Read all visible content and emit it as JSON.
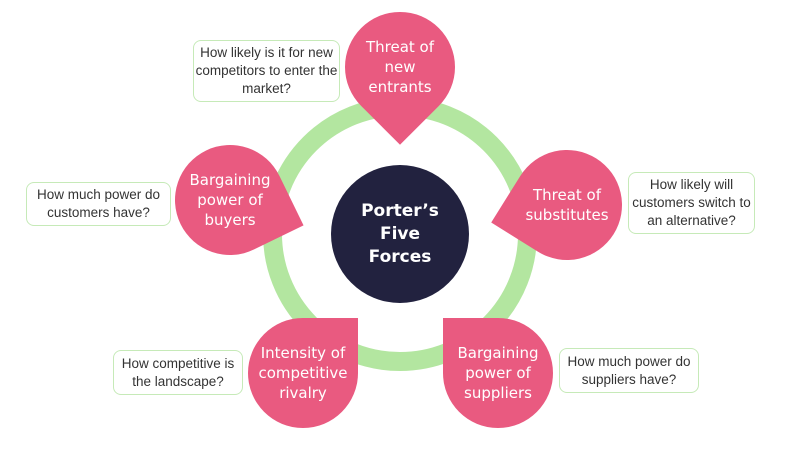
{
  "center": {
    "title": "Porter’s Five Forces"
  },
  "forces": [
    {
      "id": "new-entrants",
      "label": "Threat of new entrants",
      "question": "How likely is it for new competitors to enter the market?"
    },
    {
      "id": "substitutes",
      "label": "Threat of substitutes",
      "question": "How likely will customers switch to an alternative?"
    },
    {
      "id": "suppliers",
      "label": "Bargaining power of suppliers",
      "question": "How much power do suppliers have?"
    },
    {
      "id": "rivalry",
      "label": "Intensity of competitive rivalry",
      "question": "How competitive is the landscape?"
    },
    {
      "id": "buyers",
      "label": "Bargaining power of buyers",
      "question": "How much power do customers have?"
    }
  ],
  "colors": {
    "petal": "#e95a80",
    "core": "#22223f",
    "ring": "#b3e6a0",
    "box_border": "#c6eab8"
  }
}
